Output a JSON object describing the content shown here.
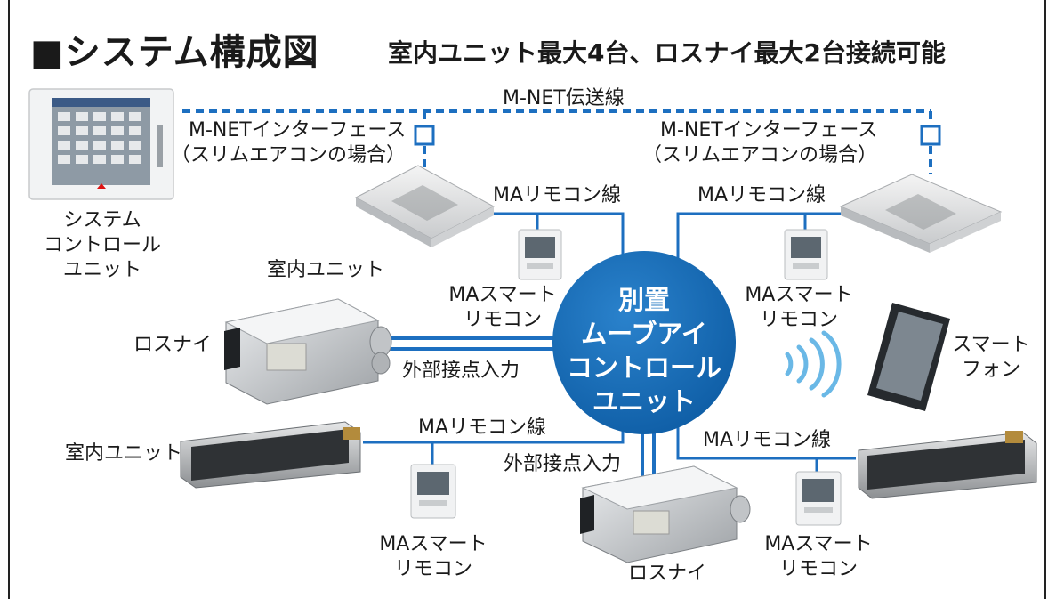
{
  "title": "■システム構成図",
  "subtitle": "室内ユニット最大4台、ロスナイ最大2台接続可能",
  "labels": {
    "mnet_line": "M-NET伝送線",
    "mnet_if_left_1": "M-NETインターフェース",
    "mnet_if_left_2": "（スリムエアコンの場合）",
    "mnet_if_right_1": "M-NETインターフェース",
    "mnet_if_right_2": "（スリムエアコンの場合）",
    "system_controller_1": "システム",
    "system_controller_2": "コントロール",
    "system_controller_3": "ユニット",
    "indoor_unit_top": "室内ユニット",
    "indoor_unit_bottom": "室内ユニット",
    "ma_line_top_left": "MAリモコン線",
    "ma_line_top_right": "MAリモコン線",
    "ma_line_bottom_left": "MAリモコン線",
    "ma_line_bottom_right": "MAリモコン線",
    "ma_smart_remote_1": "MAスマート",
    "ma_smart_remote_2": "リモコン",
    "lossnay_left": "ロスナイ",
    "lossnay_bottom": "ロスナイ",
    "external_contact_left": "外部接点入力",
    "external_contact_bottom": "外部接点入力",
    "smartphone_1": "スマート",
    "smartphone_2": "フォン"
  },
  "hub": {
    "line1": "別置",
    "line2": "ムーブアイ",
    "line3": "コントロール",
    "line4": "ユニット"
  },
  "colors": {
    "line_blue": "#1d6fc0",
    "hub_blue": "#1668b3",
    "light_blue": "#6ab8e6"
  },
  "icons": [
    "system-controller-icon",
    "ceiling-cassette-icon",
    "duct-unit-icon",
    "lossnay-icon",
    "remote-controller-icon",
    "smartphone-icon",
    "wireless-signal-icon",
    "mnet-interface-icon"
  ]
}
